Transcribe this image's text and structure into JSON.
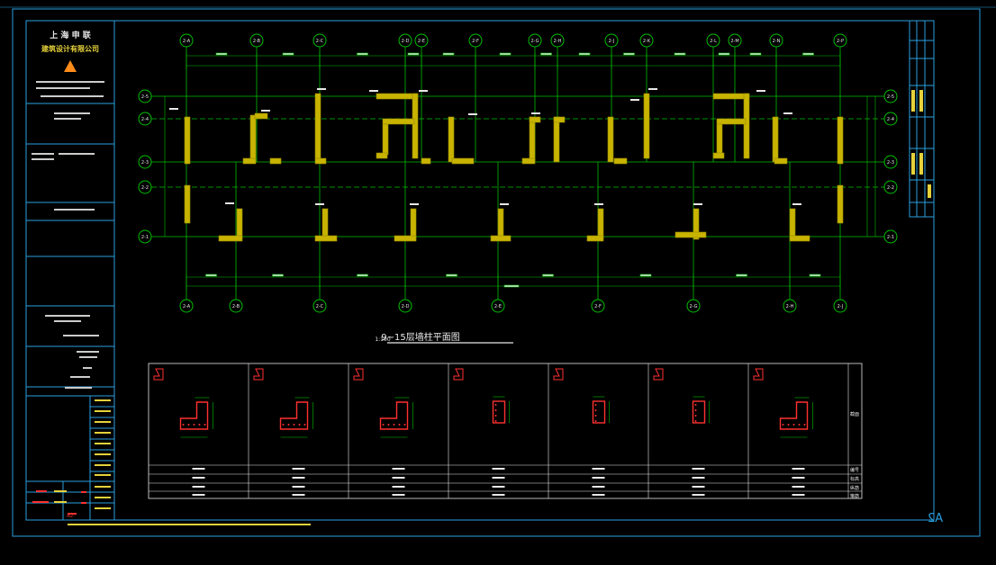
{
  "title_block": {
    "company_line1": "上 海 申 联",
    "company_line2": "建筑设计有限公司",
    "title_bottom": "-A2-"
  },
  "drawing": {
    "title": "9~15层墙柱平面图",
    "scale": "1:100",
    "sheet_size": "A2"
  },
  "grid": {
    "top_labels": [
      "2-A",
      "2-B",
      "2-C",
      "2-D",
      "2-E",
      "2-F",
      "2-G",
      "2-H",
      "2-J",
      "2-K",
      "2-L",
      "2-M",
      "2-N",
      "2-P"
    ],
    "bottom_labels": [
      "2-A",
      "2-B",
      "2-C",
      "2-D",
      "2-E",
      "2-F",
      "2-G",
      "2-H",
      "2-J"
    ],
    "left_labels": [
      "2-5",
      "2-4",
      "2-3",
      "2-2",
      "2-1"
    ],
    "right_labels": [
      "2-5",
      "2-4",
      "2-3",
      "2-2",
      "2-1"
    ]
  },
  "table": {
    "row_labels": [
      "编号",
      "标高",
      "纵筋",
      "箍筋"
    ],
    "column_count": 7,
    "side_label": "截面"
  },
  "colors": {
    "background": "#000000",
    "grid_line": "#00d000",
    "wall_fill": "#c8b400",
    "frame": "#3cb4ff",
    "section_red": "#ff3030",
    "text": "#e8e8e8"
  }
}
